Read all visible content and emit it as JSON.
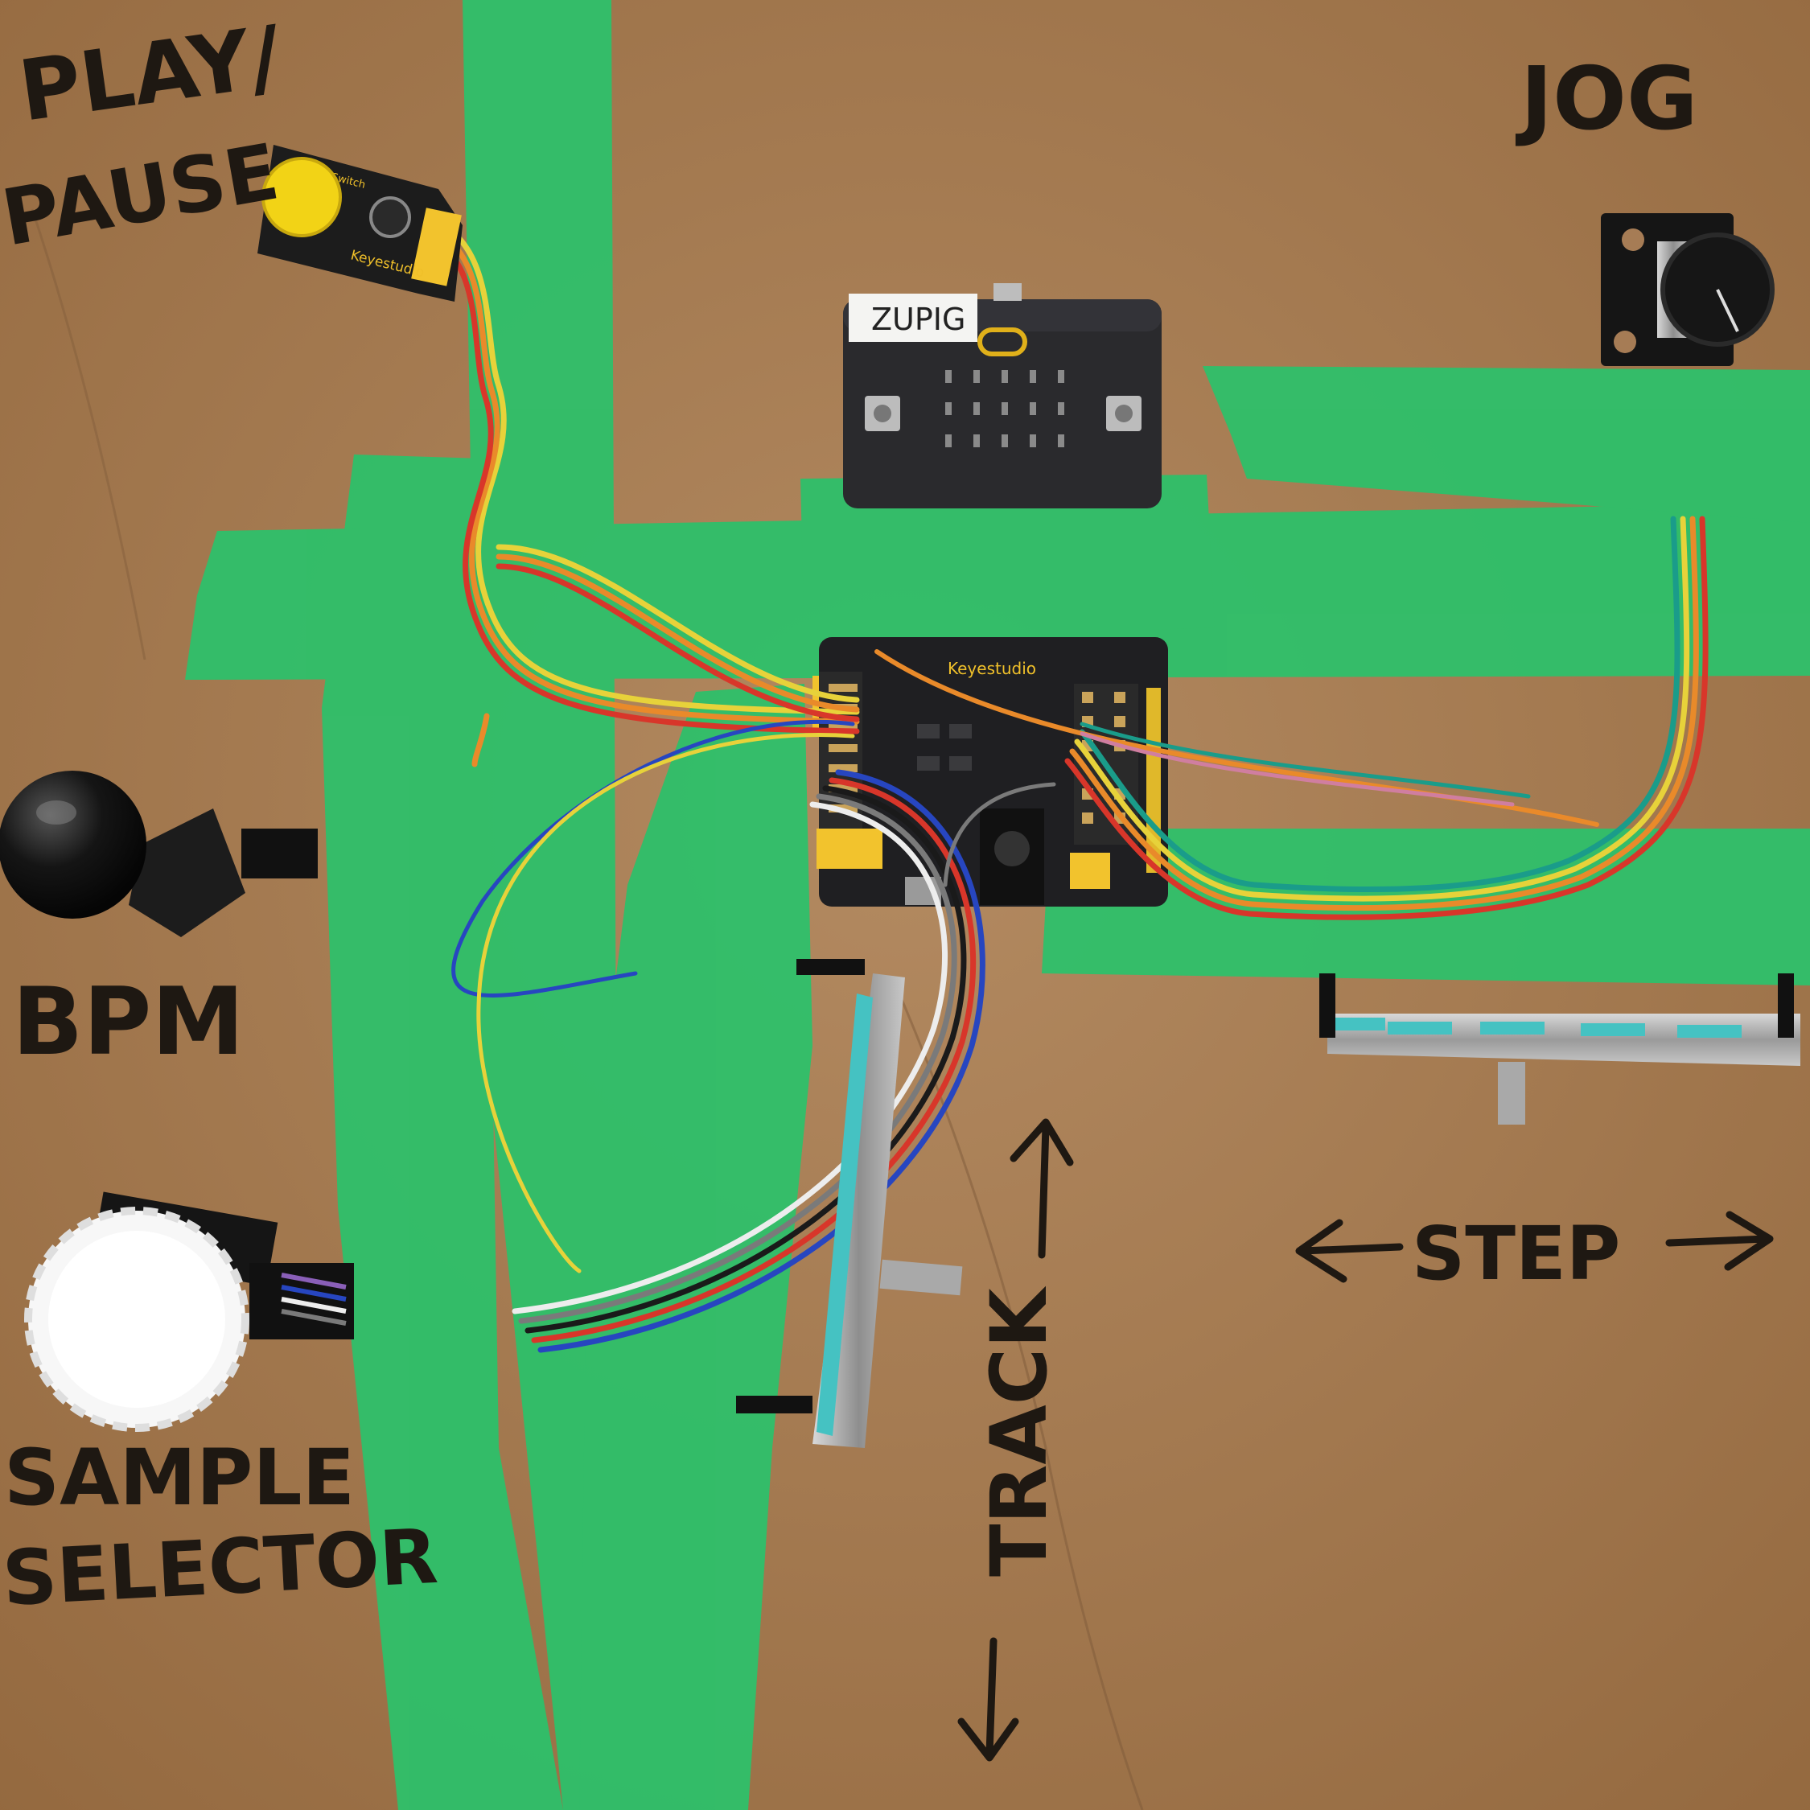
{
  "labels": {
    "play_pause_line1": "PLAY/",
    "play_pause_line2": "PAUSE",
    "jog": "JOG",
    "bpm": "BPM",
    "sample_line1": "SAMPLE",
    "sample_line2": "SELECTOR",
    "step": "STEP",
    "track": "TRACK"
  },
  "microbit_sticker": "ZUPIG",
  "shield_brand": "Keyestudio",
  "button_module_brand": "Keyestudio",
  "button_module_title": "Button Switch",
  "colors": {
    "cardboard": "#a67c55",
    "tape": "#2ec06a",
    "pcb": "#1f1f22",
    "marker": "#1e1812"
  }
}
